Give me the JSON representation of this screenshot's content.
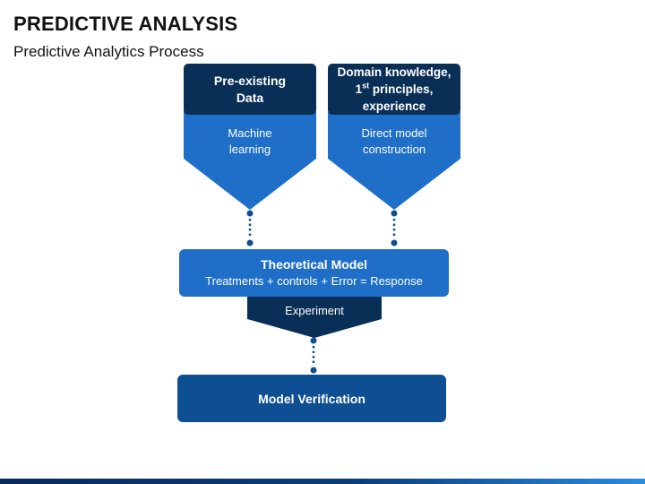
{
  "header": {
    "title": "PREDICTIVE ANALYSIS",
    "subtitle": "Predictive Analytics Process"
  },
  "colors": {
    "dark_navy": "#0a2f57",
    "bright_blue": "#1f6fc9",
    "royal_blue": "#0e4f93",
    "connector": "#0e4f93"
  },
  "diagram": {
    "left_funnel": {
      "header_line1": "Pre-existing",
      "header_line2": "Data",
      "body_line1": "Machine",
      "body_line2": "learning"
    },
    "right_funnel": {
      "header_line1": "Domain knowledge,",
      "header_line2_num": "1",
      "header_line2_sup": "st",
      "header_line2_rest": " principles,",
      "header_line3": "experience",
      "body_line1": "Direct model",
      "body_line2": "construction"
    },
    "theoretical_model": {
      "title": "Theoretical Model",
      "equation": "Treatments + controls +  Error = Response"
    },
    "experiment": {
      "label": "Experiment"
    },
    "verification": {
      "label": "Model Verification"
    }
  }
}
